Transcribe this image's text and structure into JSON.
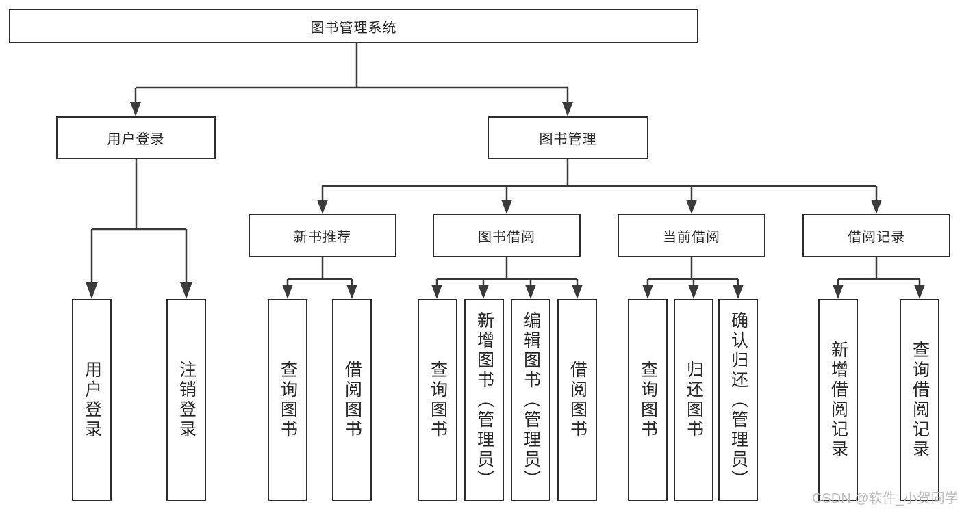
{
  "diagram": {
    "tree": {
      "root_label": "图书管理系统",
      "branches": [
        {
          "label": "用户登录",
          "leaves": [
            "用户登录",
            "注销登录"
          ]
        },
        {
          "label": "图书管理",
          "groups": [
            {
              "label": "新书推荐",
              "leaves": [
                "查询图书",
                "借阅图书"
              ]
            },
            {
              "label": "图书借阅",
              "leaves": [
                "查询图书",
                "新增图书（管理员）",
                "编辑图书（管理员）",
                "借阅图书"
              ]
            },
            {
              "label": "当前借阅",
              "leaves": [
                "查询图书",
                "归还图书",
                "确认归还（管理员）"
              ]
            },
            {
              "label": "借阅记录",
              "leaves": [
                "新增借阅记录",
                "查询借阅记录"
              ]
            }
          ]
        }
      ]
    },
    "watermark": "CSDN @软件_小贺同学",
    "colors": {
      "line": "#3a3a3a",
      "box_border": "#2d2d2d",
      "text": "#262626",
      "watermark": "#b9b9b9",
      "background": "#ffffff"
    }
  }
}
